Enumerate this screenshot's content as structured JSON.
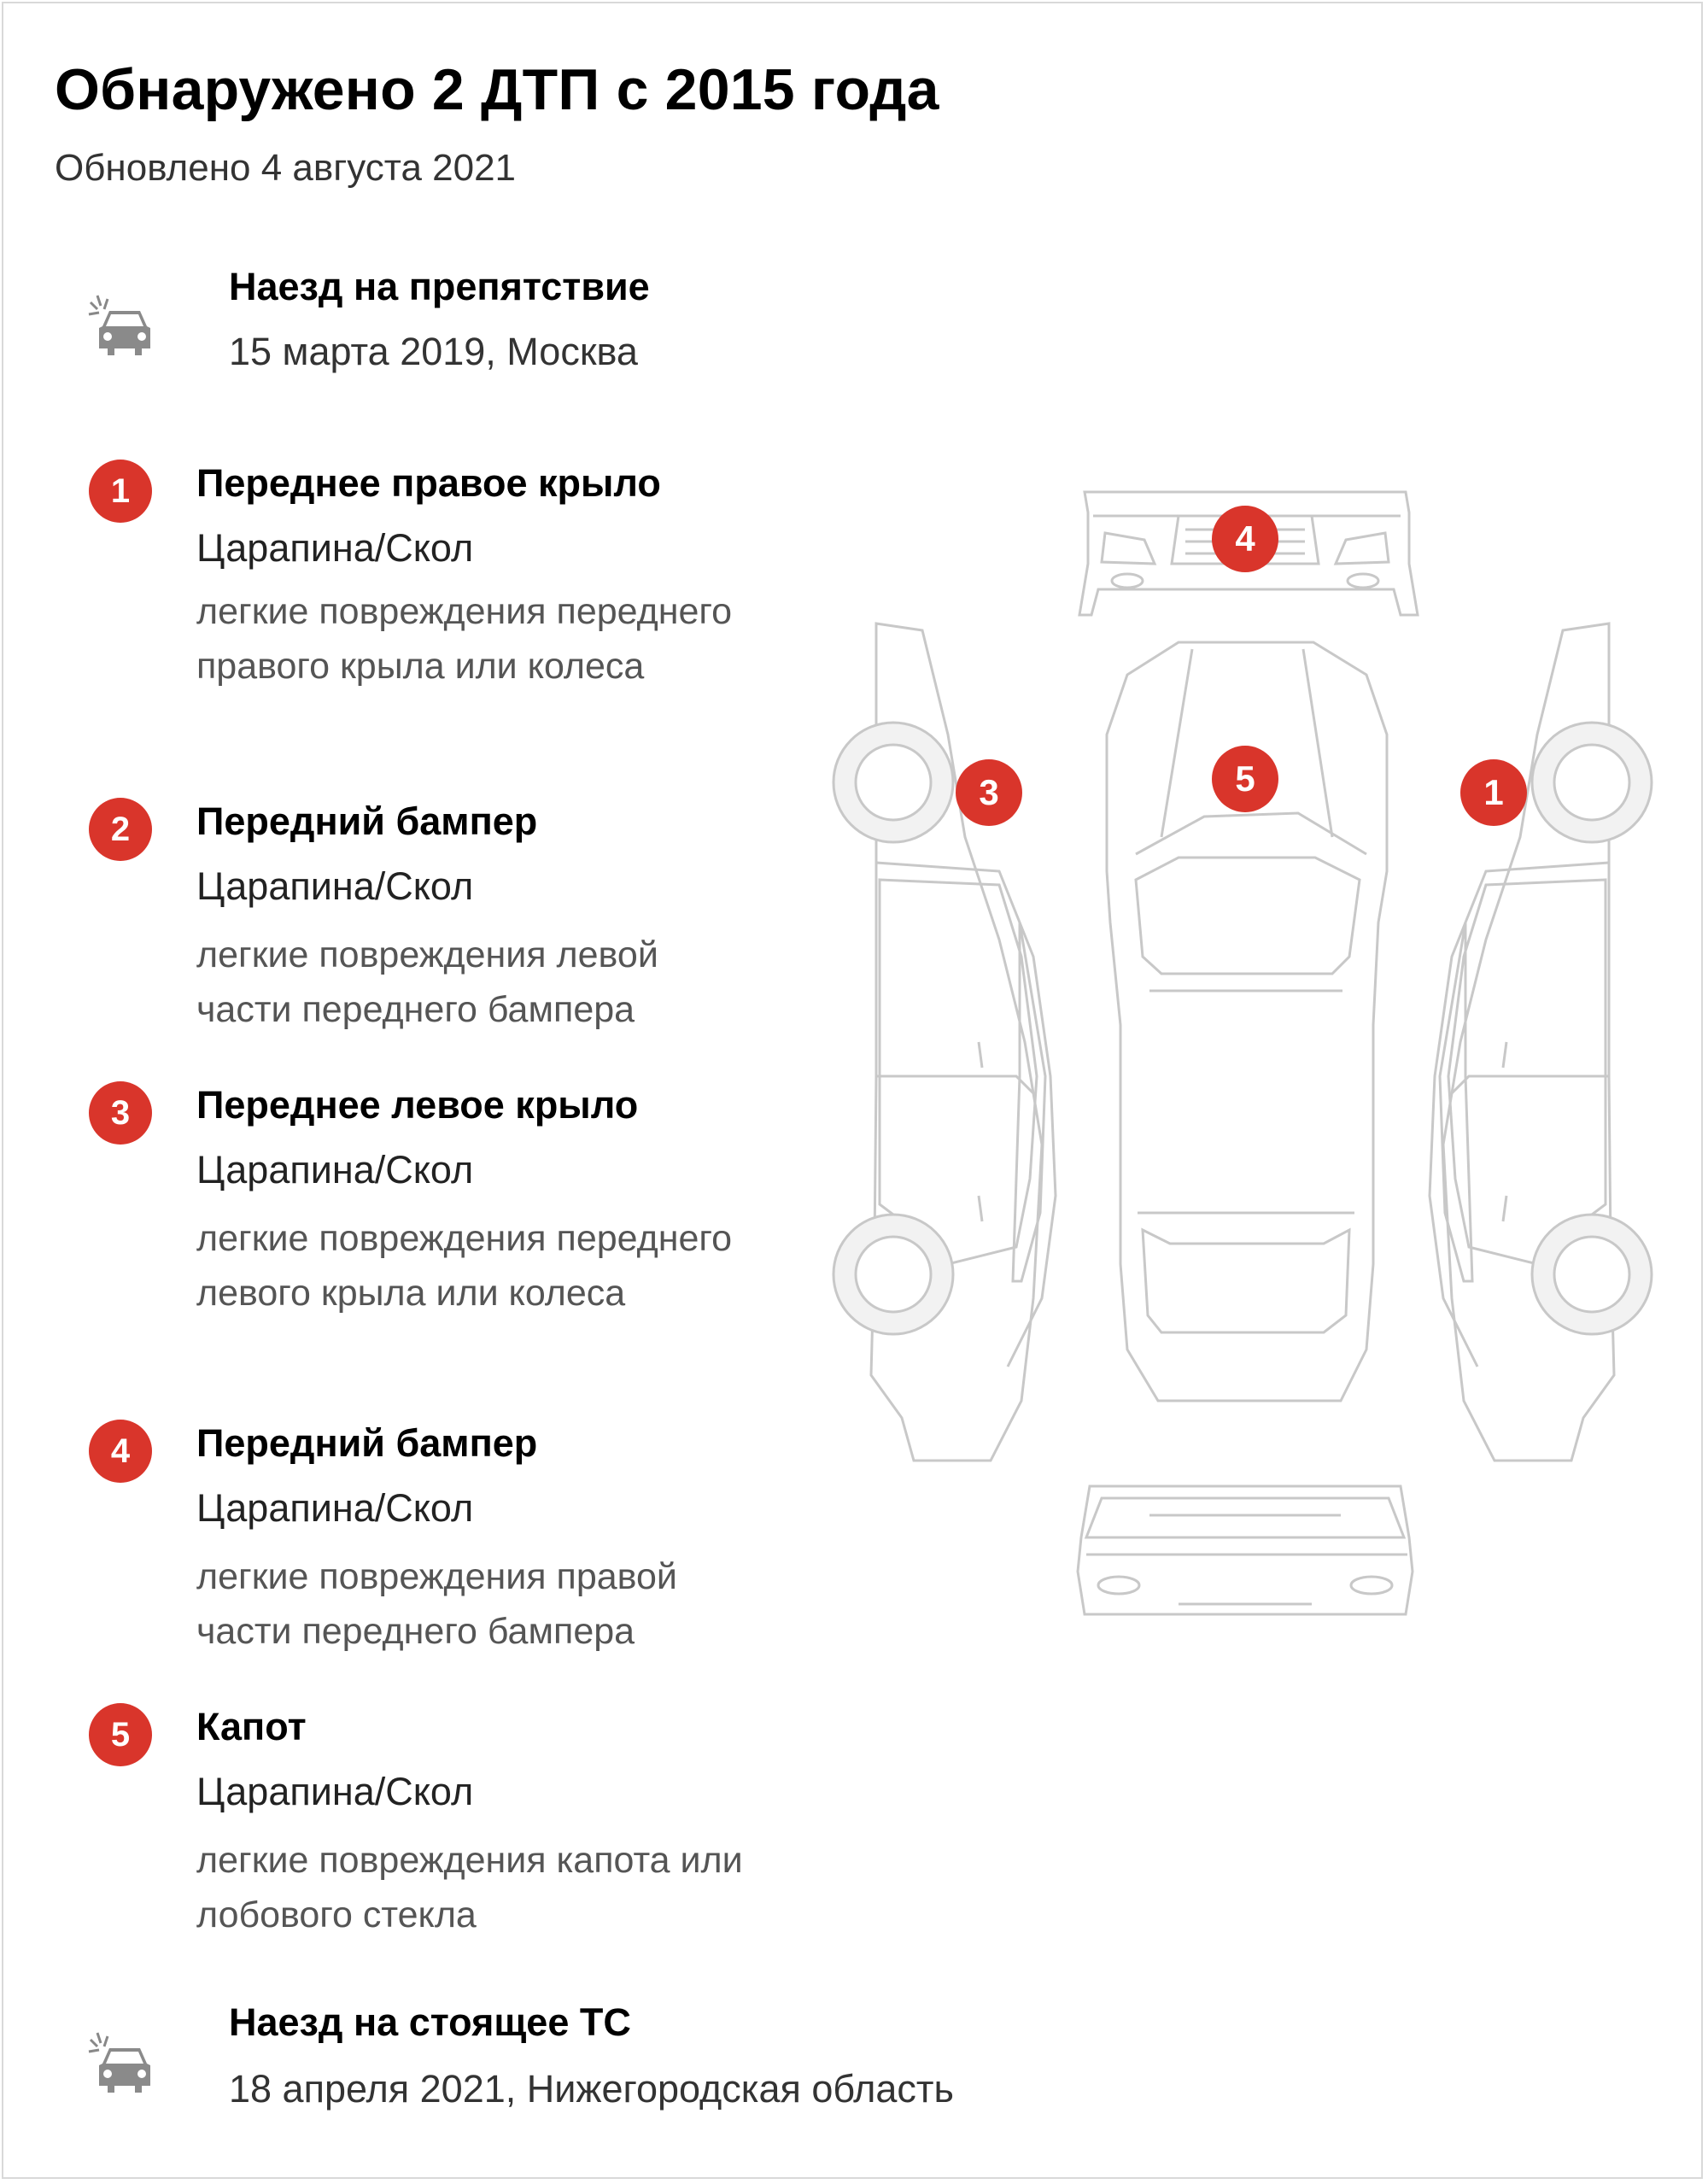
{
  "header": {
    "title": "Обнаружено 2 ДТП с 2015 года",
    "updated": "Обновлено 4 августа 2021"
  },
  "accidents": [
    {
      "icon": "car-crash-icon",
      "title": "Наезд на препятствие",
      "meta": "15 марта 2019, Москва",
      "damages": [
        {
          "number": "1",
          "part": "Переднее правое крыло",
          "type": "Царапина/Скол",
          "description": "легкие повреждения переднего правого крыла или колеса"
        },
        {
          "number": "2",
          "part": "Передний бампер",
          "type": "Царапина/Скол",
          "description": "легкие повреждения левой части переднего бампера"
        },
        {
          "number": "3",
          "part": "Переднее левое крыло",
          "type": "Царапина/Скол",
          "description": "легкие повреждения переднего левого крыла или колеса"
        },
        {
          "number": "4",
          "part": "Передний бампер",
          "type": "Царапина/Скол",
          "description": "легкие повреждения правой части переднего бампера"
        },
        {
          "number": "5",
          "part": "Капот",
          "type": "Царапина/Скол",
          "description": "легкие повреждения капота или лобового стекла"
        }
      ]
    },
    {
      "icon": "car-crash-icon",
      "title": "Наезд на стоящее ТС",
      "meta": "18 апреля 2021, Нижегородская область"
    }
  ],
  "diagram": {
    "markers": [
      "4",
      "3",
      "5",
      "1"
    ]
  },
  "colors": {
    "badge": "#d9352b",
    "diagram_line": "#c8c8c8",
    "text_secondary": "#555555"
  }
}
